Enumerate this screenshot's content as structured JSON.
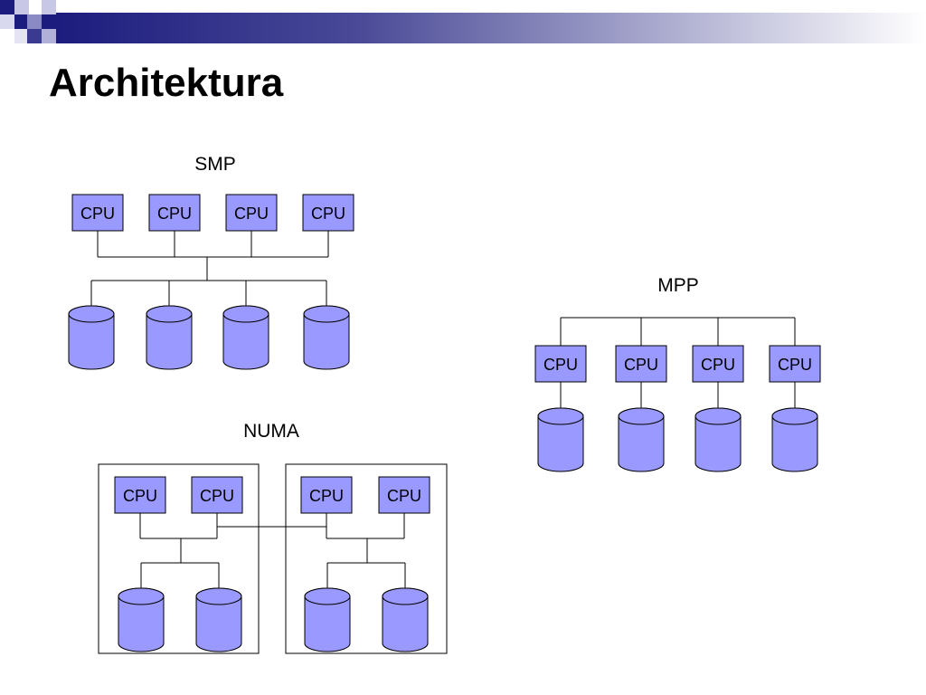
{
  "slide": {
    "title": "Architektura",
    "colors": {
      "node_fill": "#9999ff",
      "header_dark": "#1c1c7e",
      "header_light": "#ffffff"
    }
  },
  "diagrams": {
    "smp": {
      "label": "SMP",
      "cpus": [
        "CPU",
        "CPU",
        "CPU",
        "CPU"
      ],
      "disk_count": 4
    },
    "mpp": {
      "label": "MPP",
      "cpus": [
        "CPU",
        "CPU",
        "CPU",
        "CPU"
      ],
      "disk_count": 4
    },
    "numa": {
      "label": "NUMA",
      "nodes": [
        {
          "cpus": [
            "CPU",
            "CPU"
          ],
          "disk_count": 2
        },
        {
          "cpus": [
            "CPU",
            "CPU"
          ],
          "disk_count": 2
        }
      ]
    }
  },
  "icons": {
    "header_decoration": "checkered-squares-icon",
    "disk": "database-cylinder-icon"
  }
}
